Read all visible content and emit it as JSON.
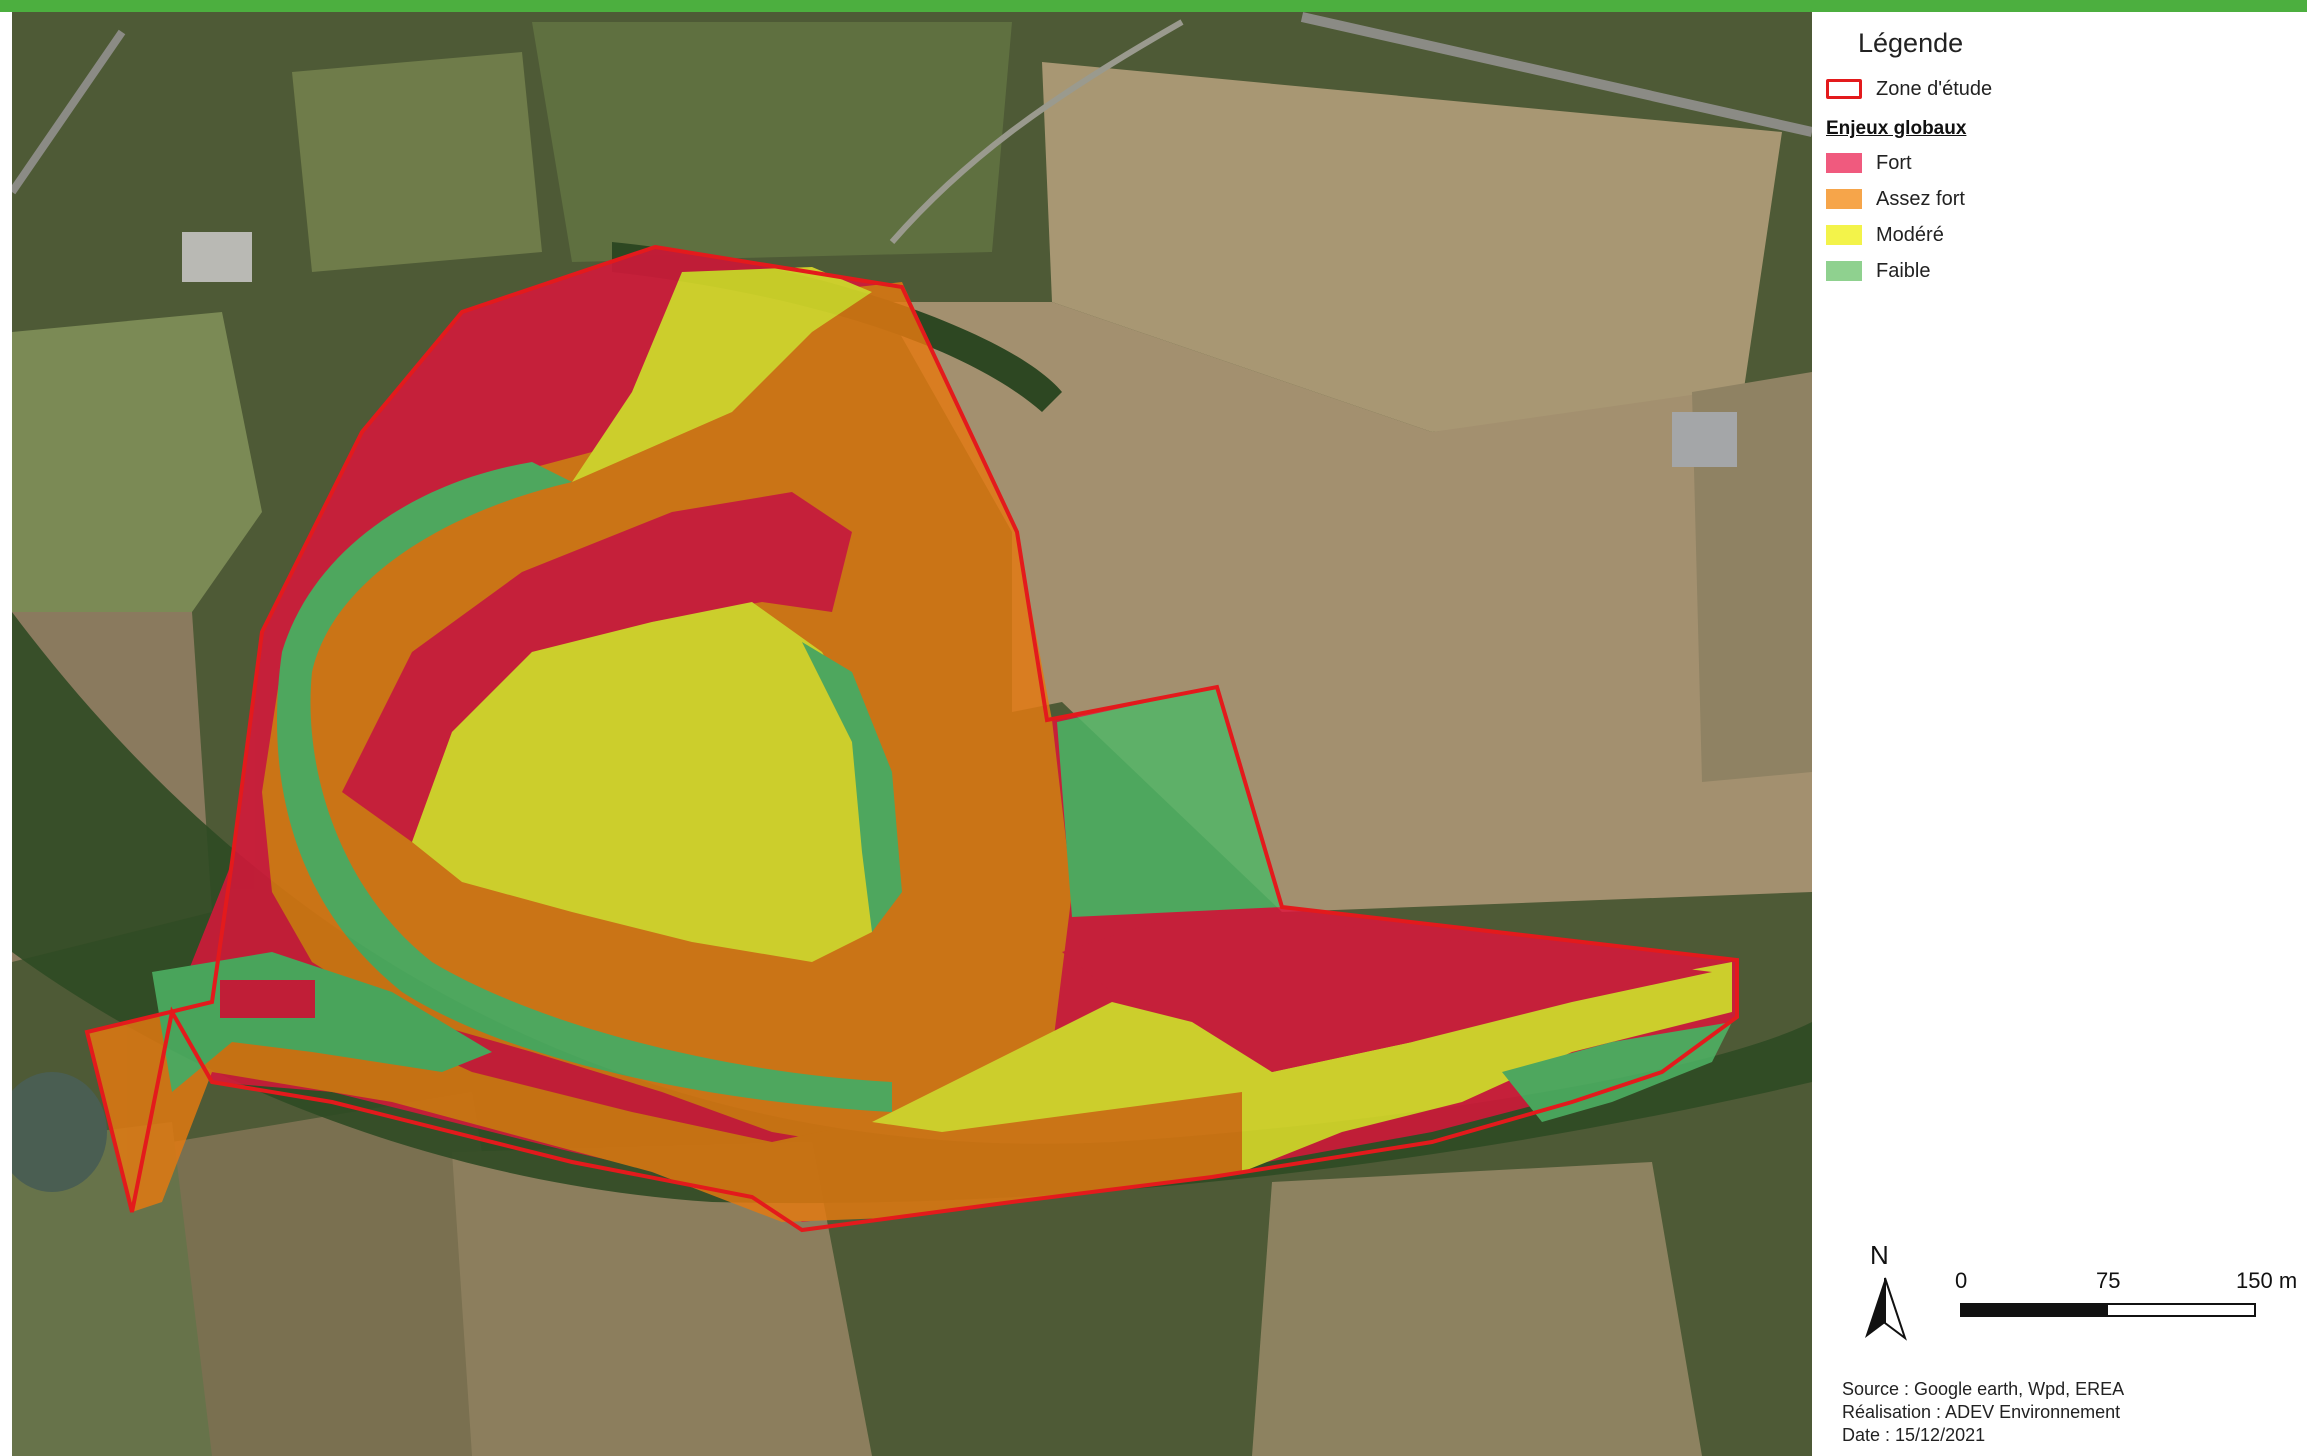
{
  "legend": {
    "title": "Légende",
    "study_zone": {
      "label": "Zone d'étude",
      "stroke": "#e31a1c"
    },
    "section_title": "Enjeux globaux",
    "classes": [
      {
        "label": "Fort",
        "color": "#f05a7e"
      },
      {
        "label": "Assez fort",
        "color": "#f6a54a"
      },
      {
        "label": "Modéré",
        "color": "#f3f34a"
      },
      {
        "label": "Faible",
        "color": "#8fd18f"
      }
    ]
  },
  "north_arrow": {
    "label": "N"
  },
  "scale": {
    "ticks": [
      "0",
      "75",
      "150 m"
    ]
  },
  "credits": {
    "source": "Source : Google earth, Wpd, EREA",
    "realisation": "Réalisation : ADEV Environnement",
    "date": "Date : 15/12/2021"
  },
  "colors": {
    "header_bar": "#4caf3f",
    "fort_fill": "#e0143c",
    "assez_fort_fill": "#e67a10",
    "modere_fill": "#e8e82a",
    "faible_fill": "#4fb867"
  }
}
